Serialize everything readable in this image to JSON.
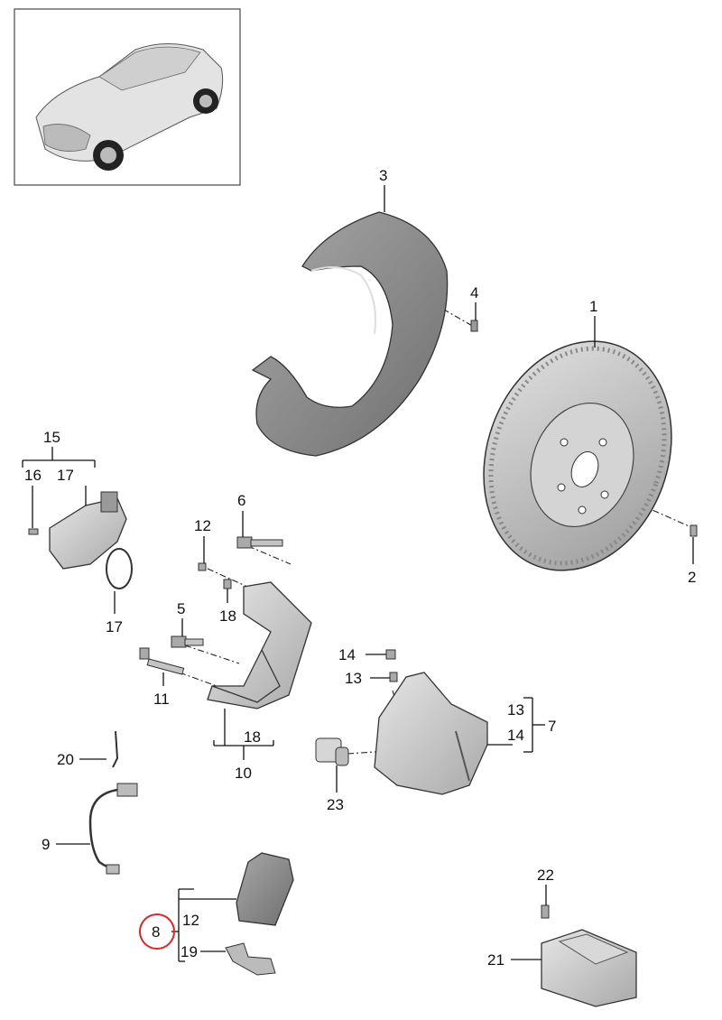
{
  "labels": {
    "p1": "1",
    "p2": "2",
    "p3": "3",
    "p4": "4",
    "p5": "5",
    "p6": "6",
    "p7": "7",
    "p8": "8",
    "p9": "9",
    "p10": "10",
    "p11": "11",
    "p12a": "12",
    "p12b": "12",
    "p13a": "13",
    "p13b": "13",
    "p14a": "14",
    "p14b": "14",
    "p15": "15",
    "p16": "16",
    "p17a": "17",
    "p17b": "17",
    "p18a": "18",
    "p18b": "18",
    "p19": "19",
    "p20": "20",
    "p21": "21",
    "p22": "22",
    "p23": "23"
  },
  "colors": {
    "highlight_circle": "#d9262b",
    "part_fill_dark": "#8c8c8c",
    "part_fill_light": "#c8c8c8",
    "frame": "#555555"
  },
  "icons": {
    "vehicle": "suv-thumbnail-icon"
  }
}
